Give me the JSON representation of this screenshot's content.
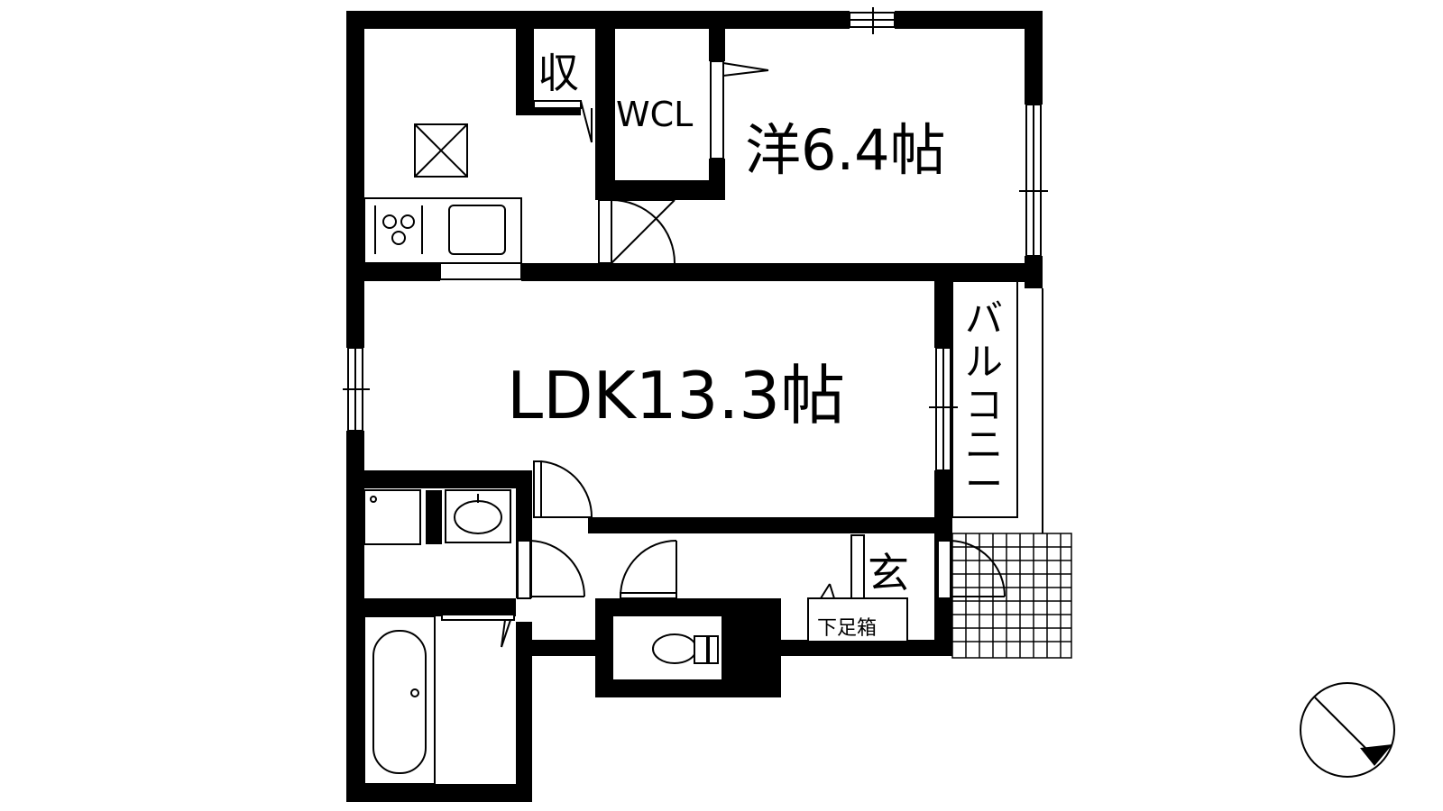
{
  "rooms": {
    "western_room": "洋6.4帖",
    "ldk": "LDK13.3帖",
    "wcl": "WCL",
    "storage": "収",
    "entrance": "玄",
    "shoe_box": "下足箱"
  },
  "balcony": {
    "chars": [
      "バ",
      "ル",
      "コ",
      "ニ",
      "ー"
    ]
  },
  "compass": {
    "icon": "north-arrow-icon",
    "direction": "southeast"
  }
}
